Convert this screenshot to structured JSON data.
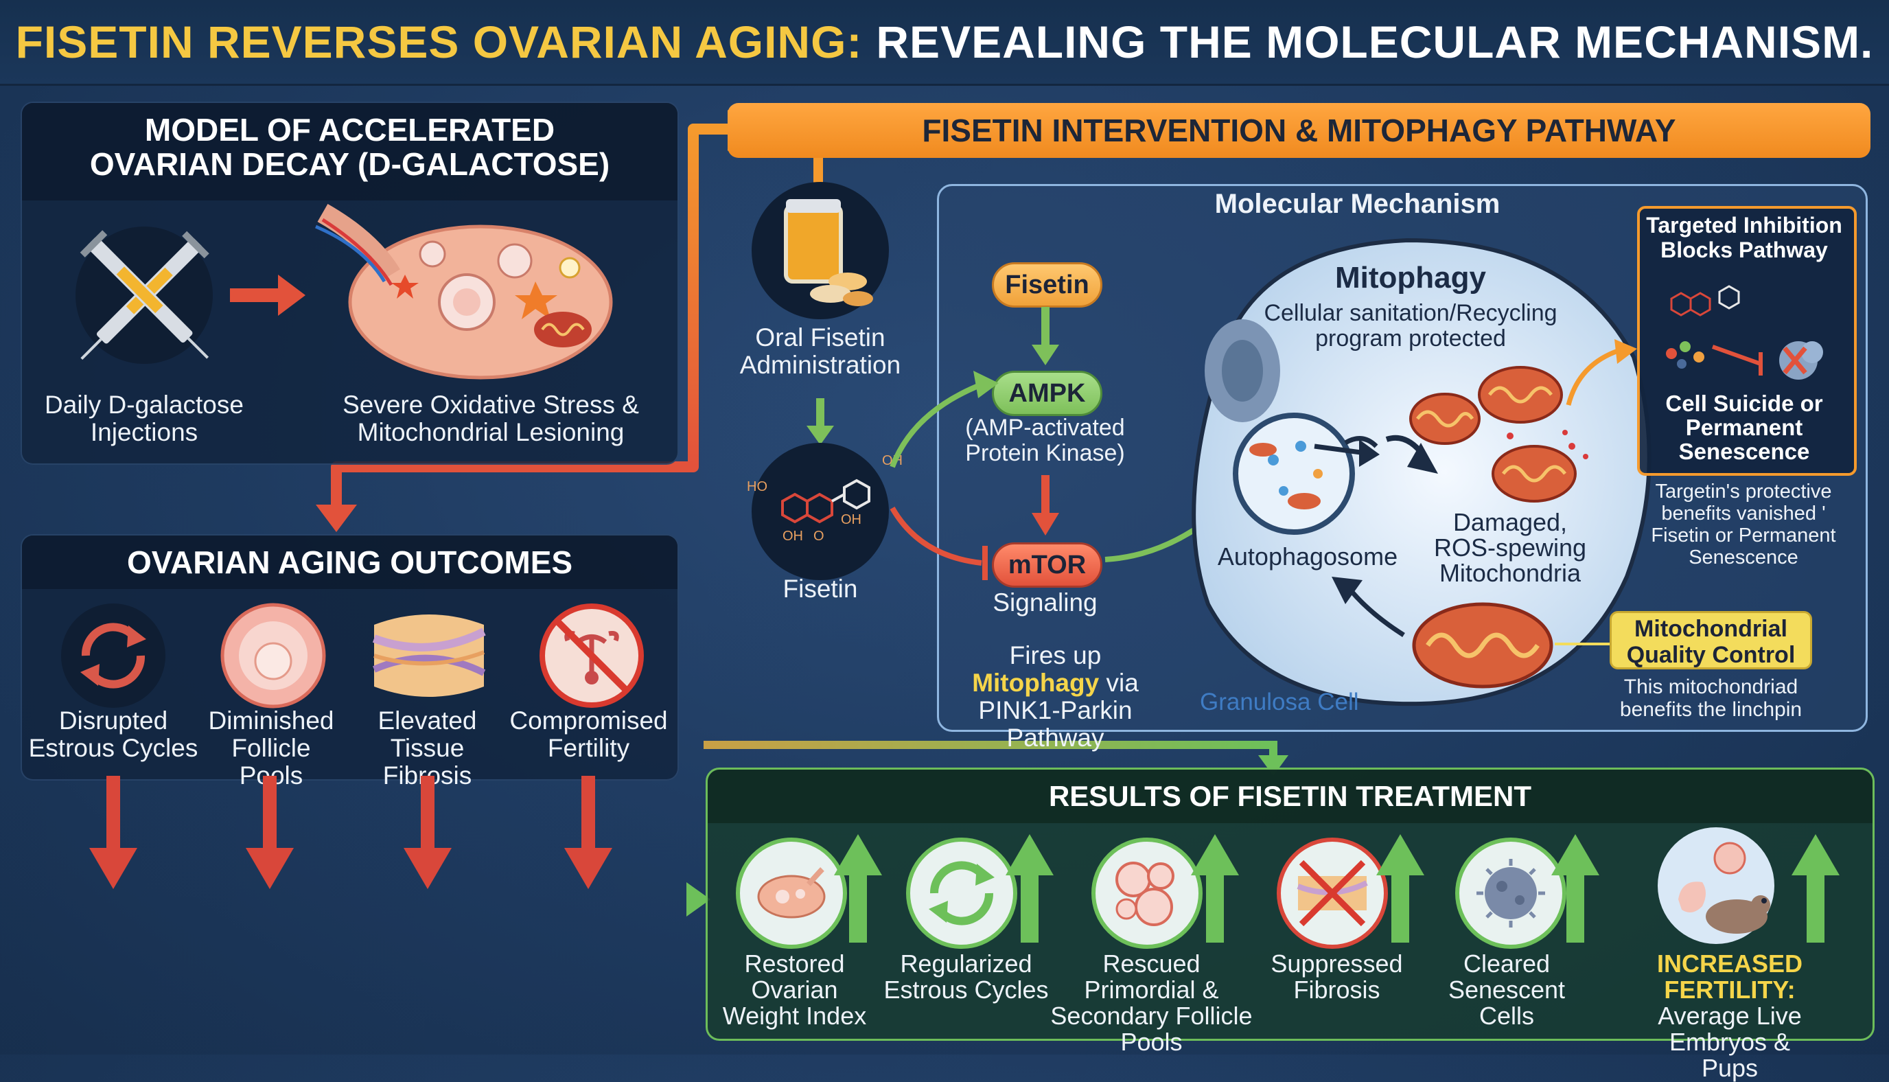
{
  "title": {
    "part1": "FISETIN REVERSES OVARIAN AGING:",
    "part2": "REVEALING THE MOLECULAR MECHANISM."
  },
  "model_panel": {
    "heading": "MODEL OF ACCELERATED OVARIAN DECAY (D-GALACTOSE)",
    "injections_label": "Daily D-galactose Injections",
    "stress_label": "Severe Oxidative Stress & Mitochondrial Lesioning"
  },
  "outcomes_panel": {
    "heading": "OVARIAN AGING OUTCOMES",
    "items": [
      {
        "label": "Disrupted Estrous Cycles"
      },
      {
        "label": "Diminished Follicle Pools"
      },
      {
        "label": "Elevated Tissue Fibrosis"
      },
      {
        "label": "Compromised Fertility"
      }
    ]
  },
  "intervention": {
    "heading": "FISETIN INTERVENTION & MITOPHAGY PATHWAY",
    "oral_label": "Oral Fisetin Administration",
    "fisetin_label": "Fisetin",
    "molecule_labels": [
      "HO",
      "OH",
      "OH",
      "OH",
      "O"
    ]
  },
  "mechanism": {
    "heading": "Molecular Mechanism",
    "fisetin_pill": "Fisetin",
    "ampk_pill": "AMPK",
    "ampk_desc": "(AMP-activated Protein Kinase)",
    "mtor_pill": "mTOR",
    "mtor_desc": "Signaling",
    "fires_prefix": "Fires up",
    "fires_highlight": "Mitophagy",
    "fires_suffix": "via PINK1-Parkin Pathway",
    "mitophagy_title": "Mitophagy",
    "mitophagy_desc": "Cellular sanitation/Recycling program protected",
    "autophagosome_label": "Autophagosome",
    "damaged_label": "Damaged, ROS-spewing Mitochondria",
    "granulosa_label": "Granulosa Cell",
    "targeted_title": "Targeted Inhibition Blocks Pathway",
    "cell_suicide": "Cell Suicide or Permanent Senescence",
    "targetin_text": "Targetin's protective benefits vanished ' Fisetin or Permanent Senescence",
    "mqc_label": "Mitochondrial Quality Control",
    "mqc_desc": "This mitochondriad benefits the linchpin"
  },
  "results": {
    "heading": "RESULTS OF FISETIN TREATMENT",
    "items": [
      {
        "label": "Restored Ovarian Weight Index"
      },
      {
        "label": "Regularized Estrous Cycles"
      },
      {
        "label": "Rescued Primordial & Secondary Follicle Pools"
      },
      {
        "label": "Suppressed Fibrosis"
      },
      {
        "label": "Cleared Senescent Cells"
      }
    ],
    "fertility_highlight": "INCREASED FERTILITY:",
    "fertility_desc": "Average Live Embryos & Pups"
  },
  "colors": {
    "title_yellow": "#f5c842",
    "orange": "#f5952d",
    "green": "#6dc05a",
    "red": "#d9473a",
    "cell_blue": "#cfe2f3",
    "yellow_box": "#f3dc5c"
  }
}
